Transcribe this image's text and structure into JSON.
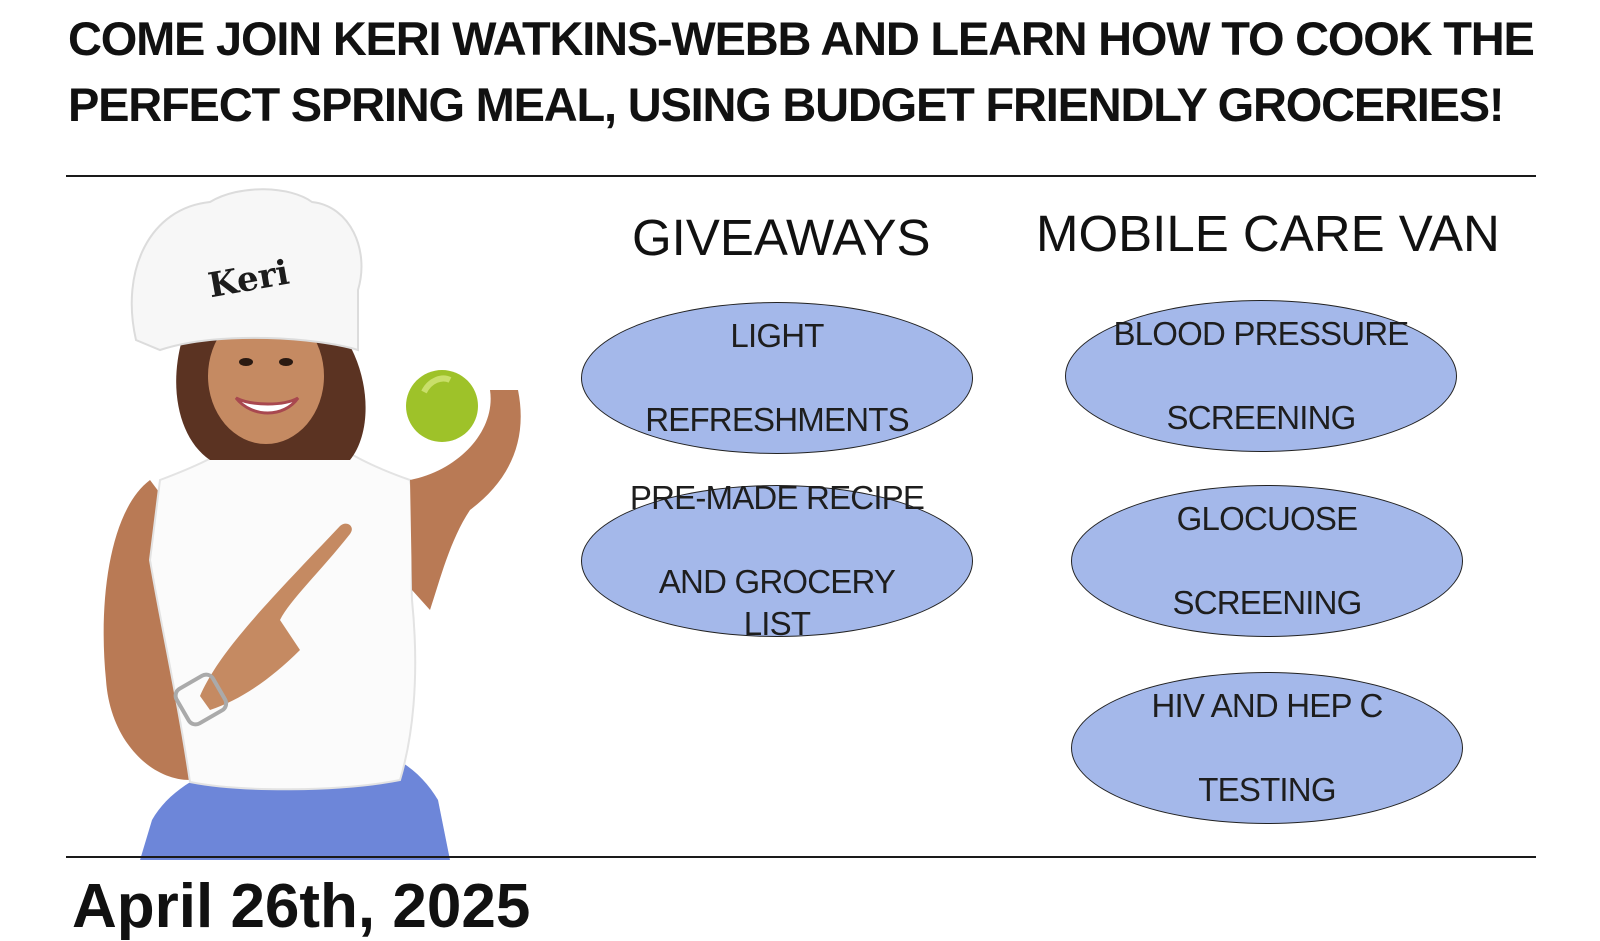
{
  "headline": {
    "line1": "COME JOIN KERI WATKINS-WEBB AND LEARN HOW TO COOK THE",
    "line2": "PERFECT SPRING MEAL, USING BUDGET FRIENDLY GROCERIES!"
  },
  "chef_hat_text": "Keri",
  "giveaways": {
    "title": "GIVEAWAYS",
    "items": [
      {
        "line1": "LIGHT",
        "line2": "REFRESHMENTS"
      },
      {
        "line1": "PRE-MADE RECIPE",
        "line2": "AND GROCERY LIST"
      }
    ]
  },
  "mobile_care_van": {
    "title": "MOBILE CARE VAN",
    "items": [
      {
        "line1": "BLOOD PRESSURE",
        "line2": "SCREENING"
      },
      {
        "line1": "GLOCUOSE",
        "line2": "SCREENING"
      },
      {
        "line1": "HIV AND HEP C",
        "line2": "TESTING"
      }
    ]
  },
  "footer": {
    "date_partial": "April 26th, 2025"
  },
  "colors": {
    "pill_fill": "#a4b8ea",
    "text": "#111111",
    "pants_blue": "#6d86d9",
    "apple_green": "#9ec229"
  }
}
